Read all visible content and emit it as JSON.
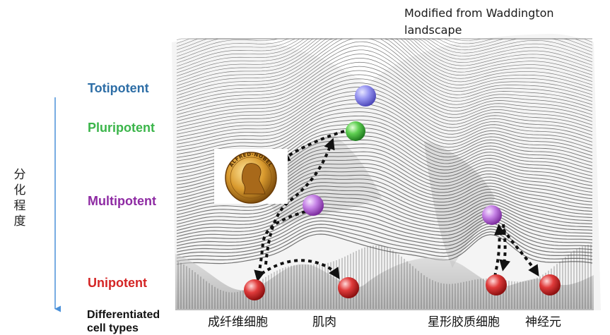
{
  "note": {
    "line1": "Modified from Waddington",
    "line2": "landscape"
  },
  "axis_label": "分化程度",
  "levels": {
    "totipotent": {
      "label": "Totipotent",
      "color": "#2e6ea6"
    },
    "pluripotent": {
      "label": "Pluripotent",
      "color": "#3bb54a"
    },
    "multipotent": {
      "label": "Multipotent",
      "color": "#8e2aa3"
    },
    "unipotent": {
      "label": "Unipotent",
      "color": "#d42525"
    }
  },
  "differentiated": {
    "line1": "Differentiated",
    "line2": "cell types"
  },
  "cell_types": [
    "成纤维细胞",
    "肌肉",
    "星形胶质细胞",
    "神经元"
  ],
  "medal_inscription": "ALFRED·NOBEL",
  "ball_colors": {
    "totipotent": "#8f8ef0",
    "pluripotent": "#55c94f",
    "multipotent": "#c07ae0",
    "unipotent": "#d93333"
  }
}
